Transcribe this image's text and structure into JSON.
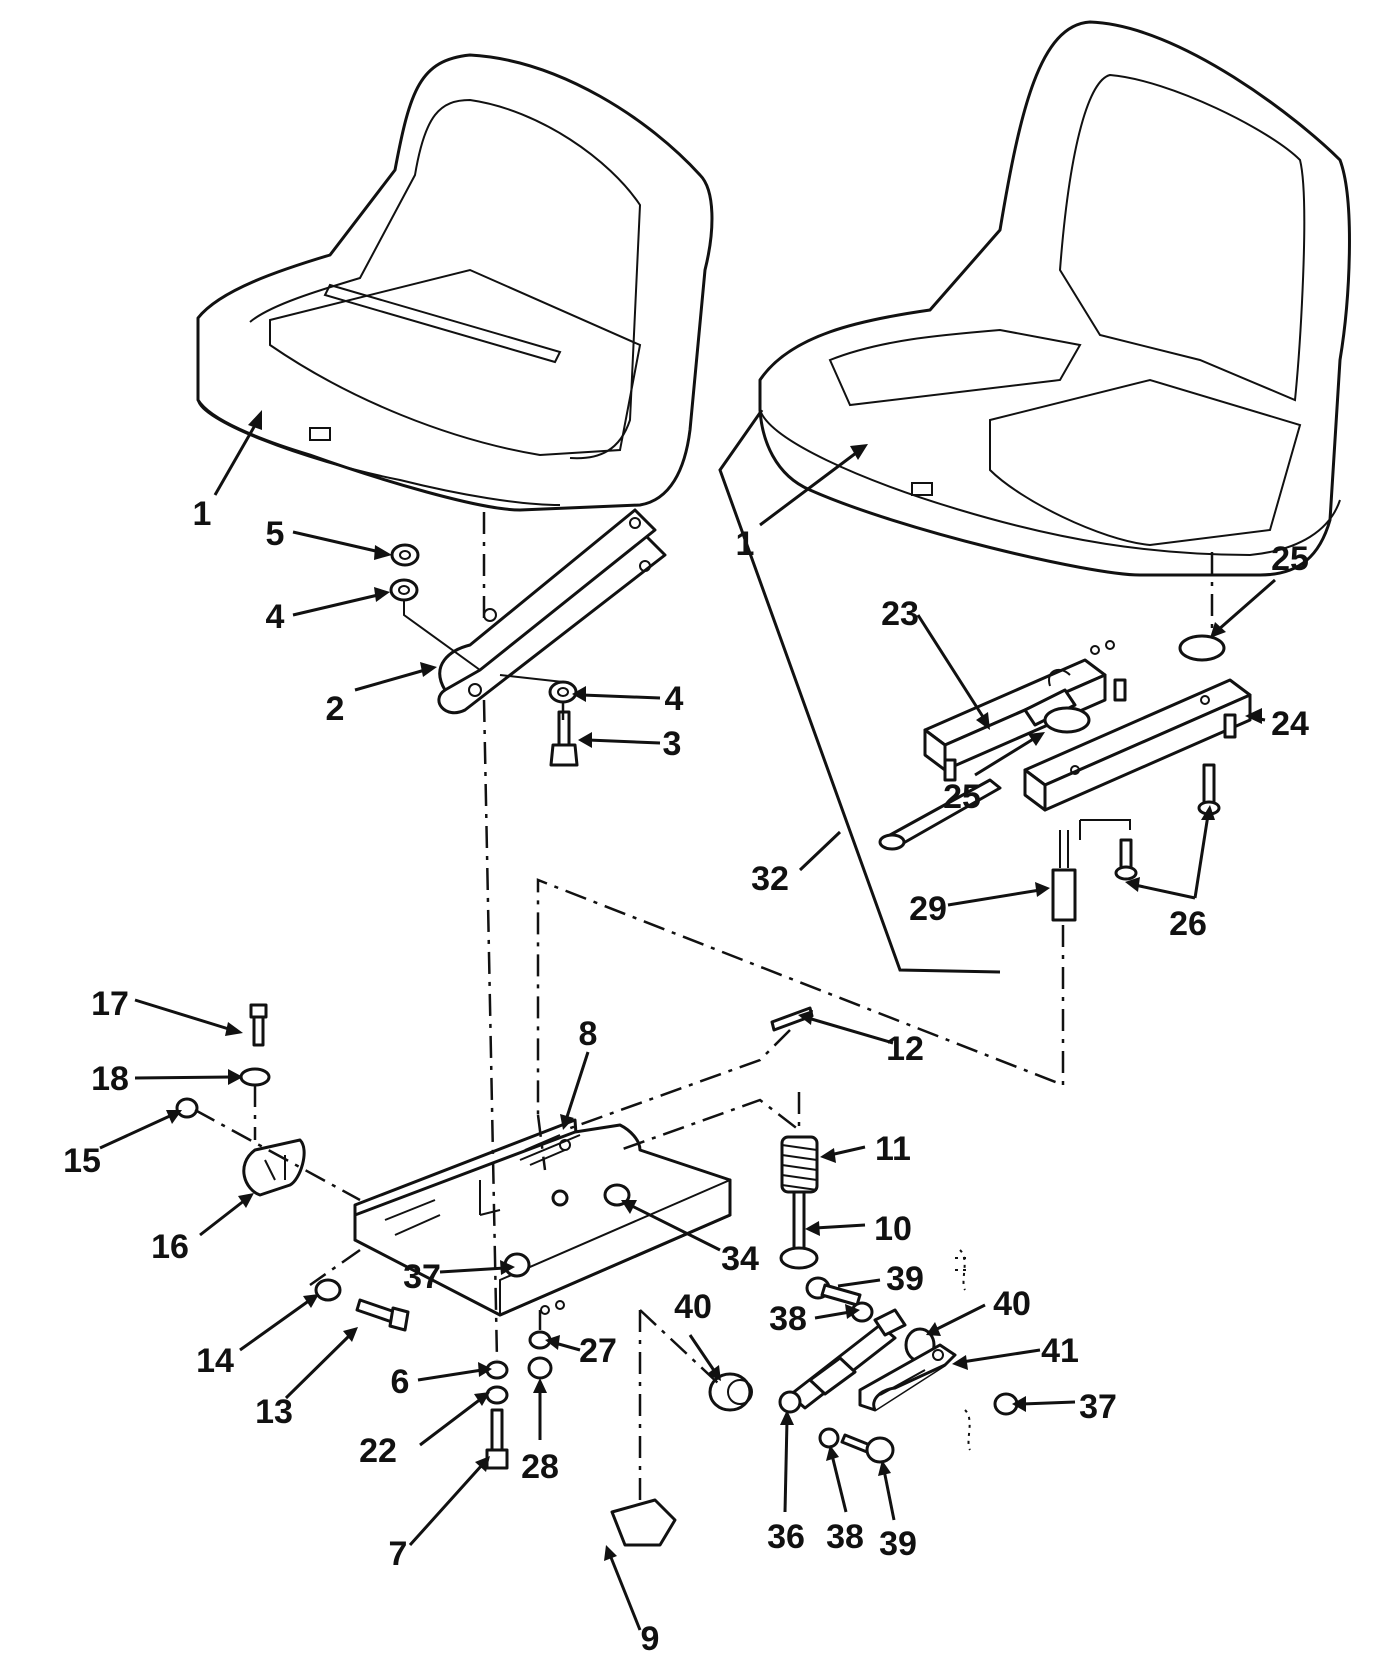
{
  "labels": {
    "l1a": "1",
    "l1b": "1",
    "l2": "2",
    "l3": "3",
    "l4a": "4",
    "l4b": "4",
    "l5": "5",
    "l6": "6",
    "l7": "7",
    "l8": "8",
    "l9": "9",
    "l10": "10",
    "l11": "11",
    "l12": "12",
    "l13": "13",
    "l14": "14",
    "l15": "15",
    "l16": "16",
    "l17": "17",
    "l18": "18",
    "l22": "22",
    "l23": "23",
    "l24": "24",
    "l25a": "25",
    "l25b": "25",
    "l26": "26",
    "l27": "27",
    "l28": "28",
    "l29": "29",
    "l32": "32",
    "l34": "34",
    "l36": "36",
    "l37a": "37",
    "l37b": "37",
    "l38a": "38",
    "l38b": "38",
    "l39a": "39",
    "l39b": "39",
    "l40a": "40",
    "l40b": "40",
    "l41": "41"
  }
}
